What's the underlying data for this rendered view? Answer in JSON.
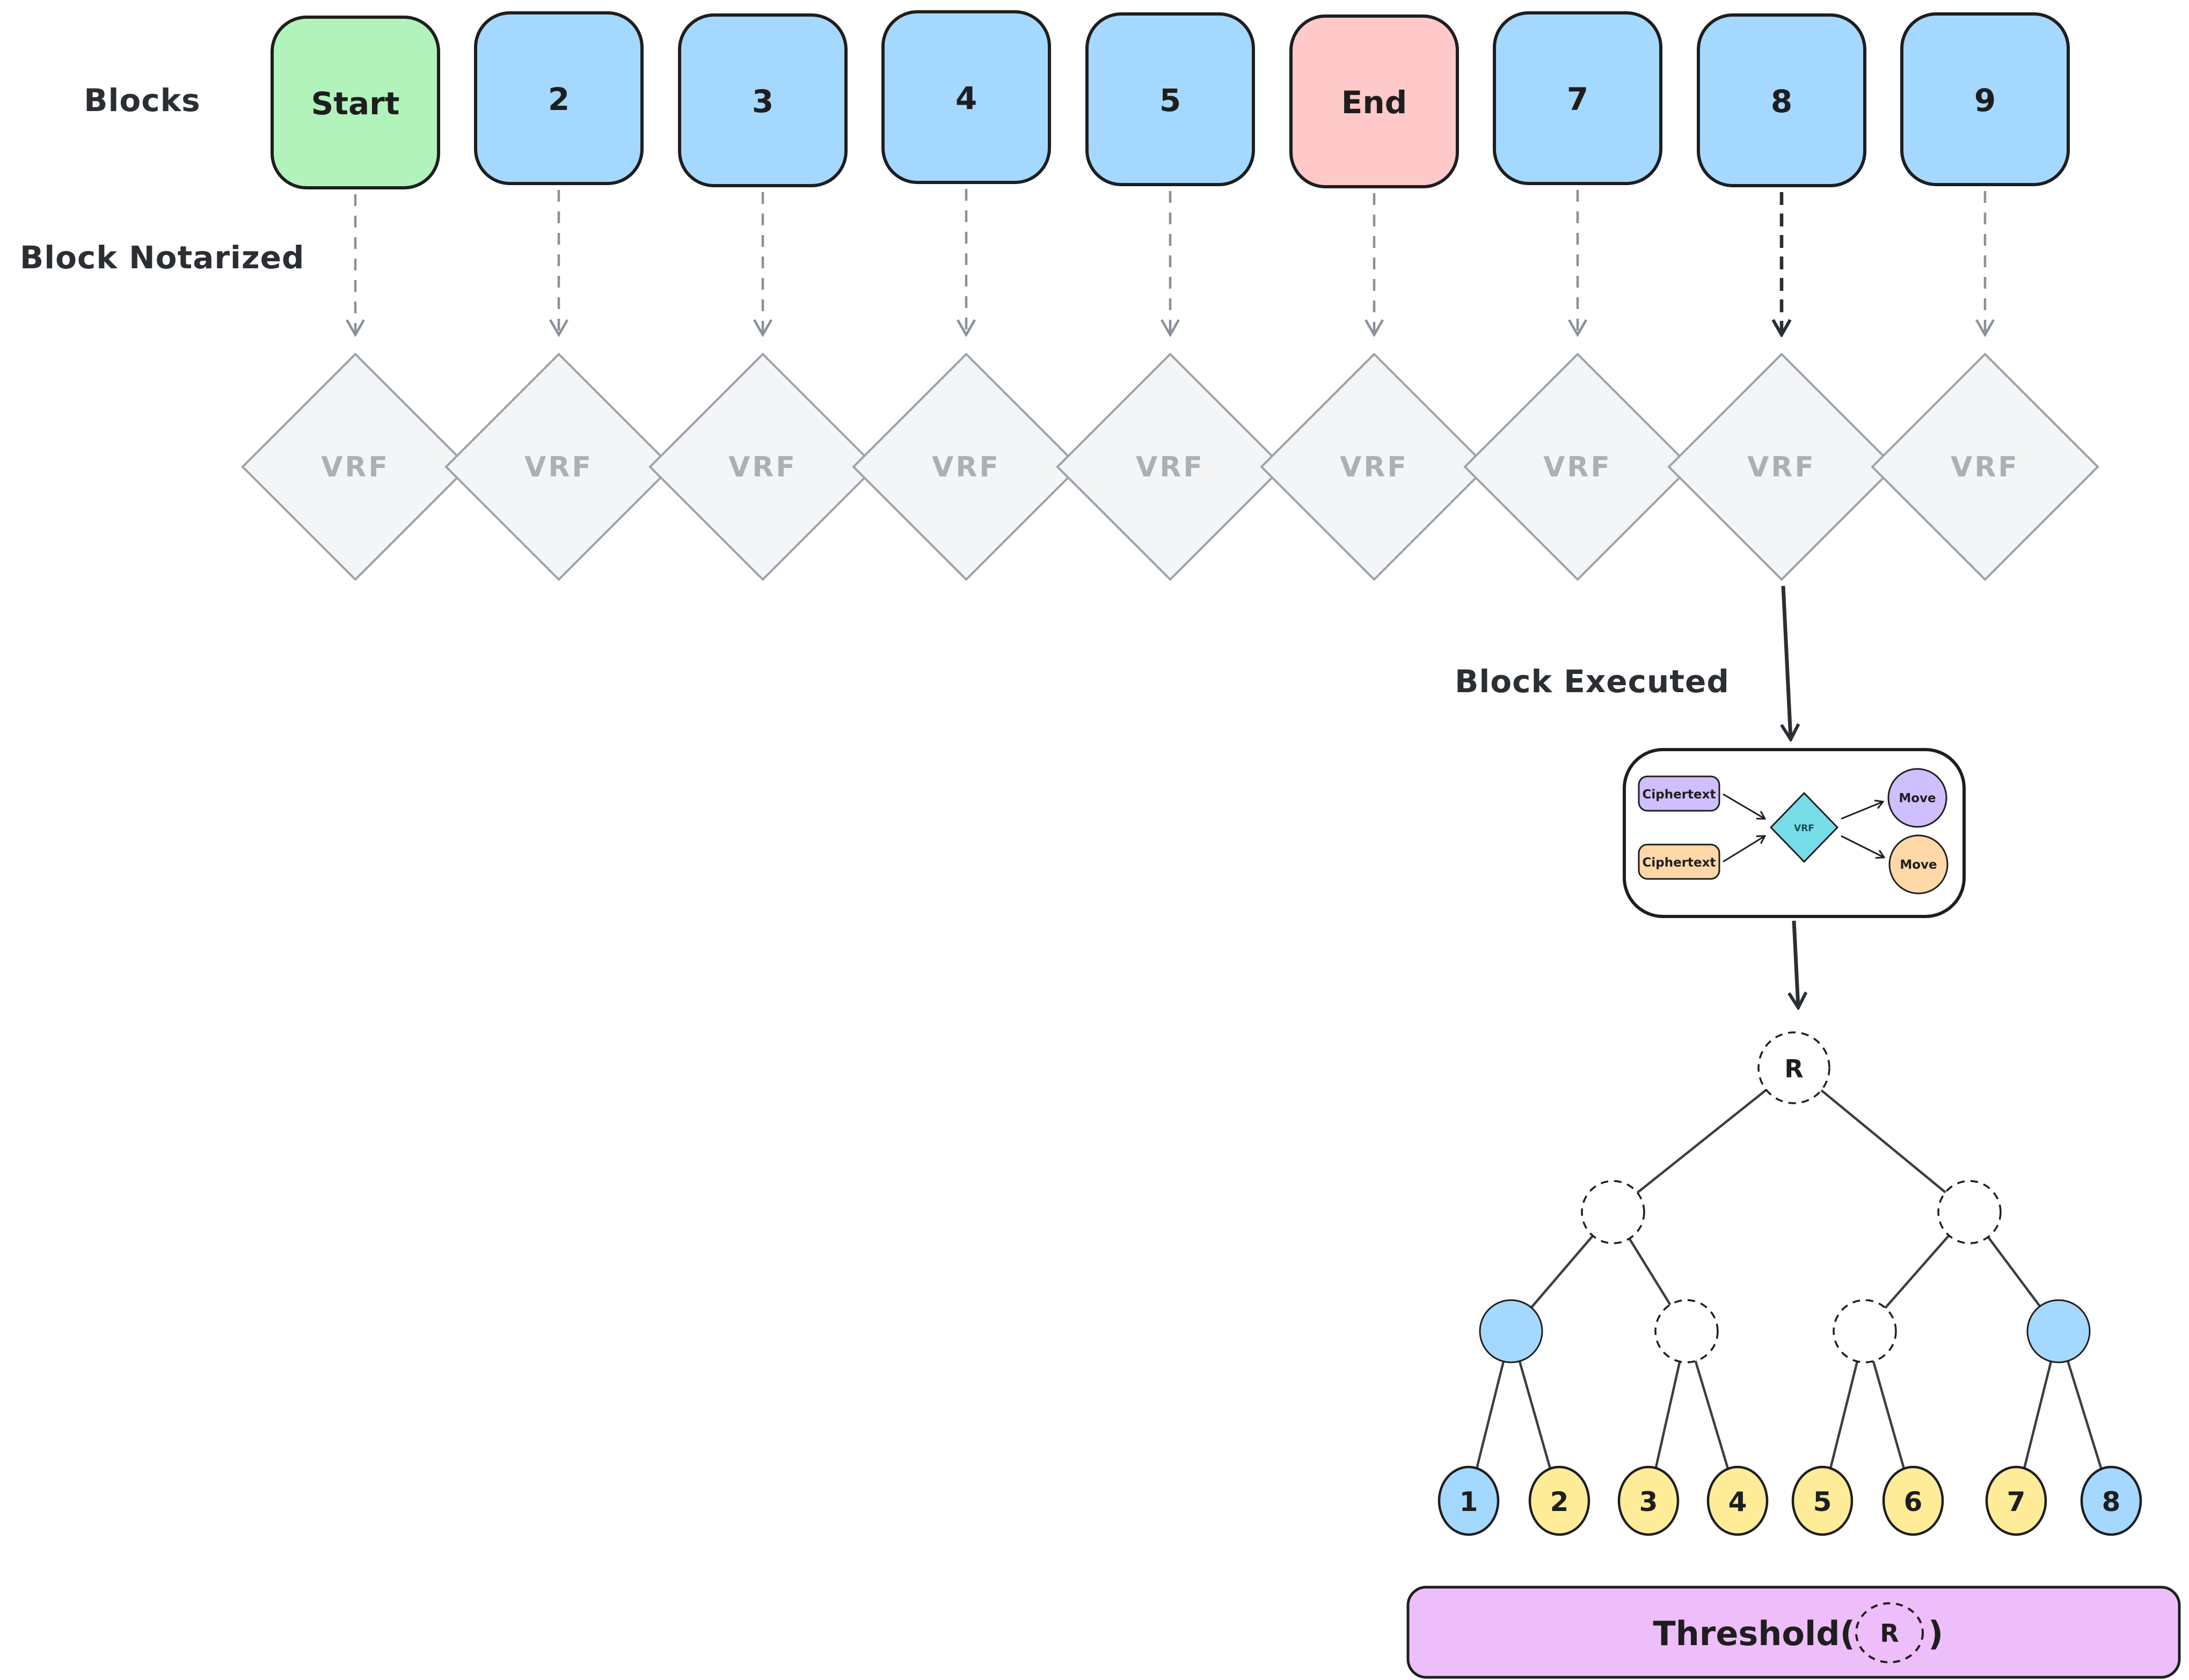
{
  "labels": {
    "blocks": "Blocks",
    "block_notarized": "Block Notarized",
    "block_executed": "Block Executed"
  },
  "blocks": {
    "items": [
      {
        "label": "Start",
        "fill": "#b2f2bb"
      },
      {
        "label": "2",
        "fill": "#a5d8ff"
      },
      {
        "label": "3",
        "fill": "#a5d8ff"
      },
      {
        "label": "4",
        "fill": "#a5d8ff"
      },
      {
        "label": "5",
        "fill": "#a5d8ff"
      },
      {
        "label": "End",
        "fill": "#ffc9c9"
      },
      {
        "label": "7",
        "fill": "#a5d8ff"
      },
      {
        "label": "8",
        "fill": "#a5d8ff"
      },
      {
        "label": "9",
        "fill": "#a5d8ff"
      }
    ]
  },
  "vrf": {
    "label": "VRF"
  },
  "executed_detail": {
    "ciphertext_top": {
      "label": "Ciphertext",
      "fill": "#d0bfff"
    },
    "ciphertext_bottom": {
      "label": "Ciphertext",
      "fill": "#ffd8a8"
    },
    "vrf_label": "VRF",
    "move_top": {
      "label": "Move",
      "fill": "#d0bfff"
    },
    "move_bottom": {
      "label": "Move",
      "fill": "#ffd8a8"
    }
  },
  "tree": {
    "root_label": "R",
    "leaves": [
      {
        "label": "1",
        "fill": "#a5d8ff"
      },
      {
        "label": "2",
        "fill": "#ffec99"
      },
      {
        "label": "3",
        "fill": "#ffec99"
      },
      {
        "label": "4",
        "fill": "#ffec99"
      },
      {
        "label": "5",
        "fill": "#ffec99"
      },
      {
        "label": "6",
        "fill": "#ffec99"
      },
      {
        "label": "7",
        "fill": "#ffec99"
      },
      {
        "label": "8",
        "fill": "#a5d8ff"
      }
    ]
  },
  "threshold": {
    "prefix": "Threshold(",
    "r_label": "R",
    "suffix": ")"
  },
  "colors": {
    "block_green": "#b2f2bb",
    "block_blue": "#a5d8ff",
    "block_red": "#ffc9c9",
    "node_yellow": "#ffec99",
    "purple": "#d0bfff",
    "orange": "#ffd8a8",
    "cyan": "#76dde8",
    "threshold_purple": "#eebefa",
    "diamond_gray": "#f4f5f6",
    "stroke_dark": "#1e1e1e",
    "stroke_gray": "#868e96"
  }
}
